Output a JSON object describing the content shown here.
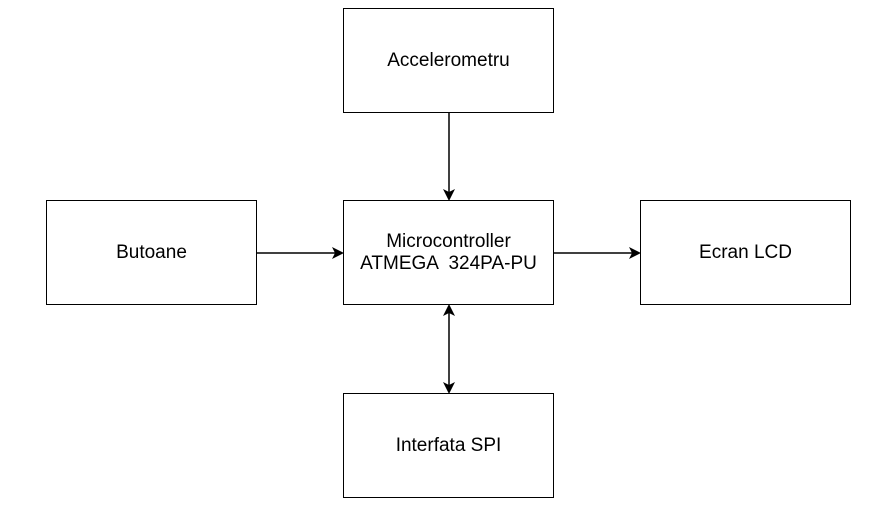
{
  "nodes": {
    "accelerometer": {
      "label": "Accelerometru"
    },
    "buttons": {
      "label": "Butoane"
    },
    "microcontroller": {
      "line1": "Microcontroller",
      "line2": "ATMEGA  324PA-PU"
    },
    "lcd": {
      "label": "Ecran LCD"
    },
    "spi": {
      "label": "Interfata SPI"
    }
  },
  "edges": [
    {
      "from": "accelerometer",
      "to": "microcontroller",
      "direction": "forward"
    },
    {
      "from": "buttons",
      "to": "microcontroller",
      "direction": "forward"
    },
    {
      "from": "microcontroller",
      "to": "lcd",
      "direction": "forward"
    },
    {
      "from": "microcontroller",
      "to": "spi",
      "direction": "bidirectional"
    }
  ],
  "colors": {
    "stroke": "#000000",
    "fill": "#ffffff",
    "text": "#000000"
  }
}
